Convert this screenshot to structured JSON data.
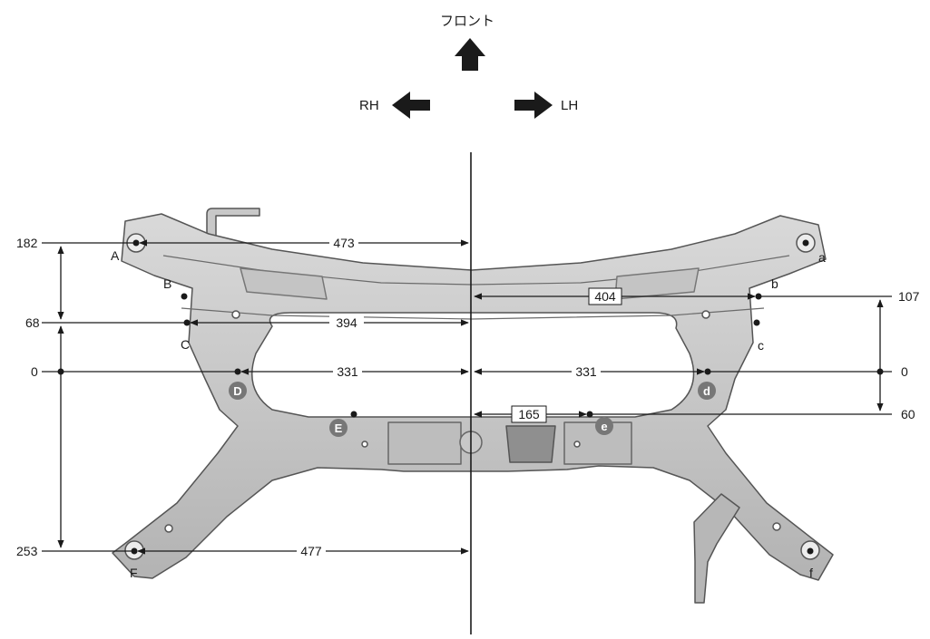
{
  "directions": {
    "front": "フロント",
    "right": "RH",
    "left": "LH"
  },
  "points": {
    "A": "A",
    "B": "B",
    "C": "C",
    "D": "D",
    "E": "E",
    "F": "F",
    "a": "a",
    "b": "b",
    "c": "c",
    "d": "d",
    "e": "e",
    "f": "f"
  },
  "horizontal_dims": {
    "A": "473",
    "b": "404",
    "C": "394",
    "D": "331",
    "d": "331",
    "e": "165",
    "F": "477"
  },
  "vertical_refs": {
    "left_182": "182",
    "left_68": "68",
    "left_0": "0",
    "left_253": "253",
    "right_107": "107",
    "right_0": "0",
    "right_60": "60"
  }
}
